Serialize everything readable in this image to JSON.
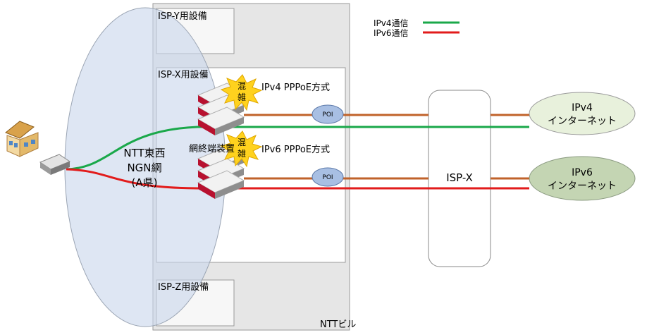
{
  "legend": {
    "ipv4_label": "IPv4通信",
    "ipv6_label": "IPv6通信",
    "ipv4_color": "#1aa84a",
    "ipv6_color": "#e21b1b"
  },
  "facilities": {
    "isp_y": "ISP-Y用設備",
    "isp_x": "ISP-X用設備",
    "isp_z": "ISP-Z用設備",
    "building": "NTTビル"
  },
  "ngn": {
    "line1": "NTT東西",
    "line2": "NGN網",
    "line3": "(A県)"
  },
  "terminal_label": "網終端装置",
  "congestion": {
    "top_chars": [
      "混",
      "雑"
    ],
    "bottom_chars": [
      "混",
      "雑"
    ]
  },
  "methods": {
    "ipv4_pppoe": "IPv4 PPPoE方式",
    "ipv6_pppoe": "IPv6 PPPoE方式"
  },
  "poi": {
    "top": "POI",
    "bottom": "POI"
  },
  "isp_label": "ISP-X",
  "internet": {
    "ipv4_line1": "IPv4",
    "ipv4_line2": "インターネット",
    "ipv6_line1": "IPv6",
    "ipv6_line2": "インターネット"
  },
  "colors": {
    "pppoe_line": "#c0622a",
    "ngn_fill": "#c9d7ec",
    "ipv4_internet_fill": "#e8f1dc",
    "ipv6_internet_fill": "#c4d5b3",
    "router_red": "#b8112f",
    "burst_fill": "#ffd21e"
  }
}
